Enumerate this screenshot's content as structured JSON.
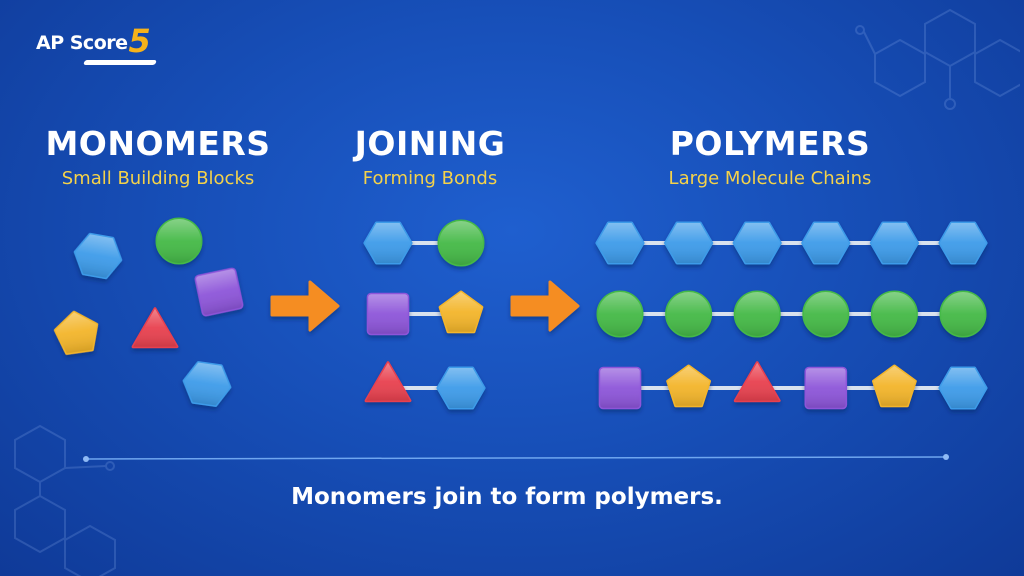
{
  "brand": {
    "logo_text": "AP Score",
    "logo_num": "5"
  },
  "columns": [
    {
      "heading": "MONOMERS",
      "subheading": "Small Building Blocks"
    },
    {
      "heading": "JOINING",
      "subheading": "Forming Bonds"
    },
    {
      "heading": "POLYMERS",
      "subheading": "Large Molecule Chains"
    }
  ],
  "caption": "Monomers join to form polymers.",
  "colors": {
    "hexagon": "#3d9be9",
    "circle": "#45b947",
    "square": "#8d55d9",
    "pentagon": "#f3b52a",
    "triangle": "#e8414f",
    "arrow": "#f58d24",
    "bond": "#d9e2ee",
    "subheading": "#f4d24a"
  },
  "monomers": [
    "hexagon",
    "circle",
    "square",
    "pentagon",
    "triangle",
    "hexagon"
  ],
  "joining": [
    [
      "hexagon",
      "circle"
    ],
    [
      "square",
      "pentagon"
    ],
    [
      "triangle",
      "hexagon"
    ]
  ],
  "polymers": [
    [
      "hexagon",
      "hexagon",
      "hexagon",
      "hexagon",
      "hexagon",
      "hexagon"
    ],
    [
      "circle",
      "circle",
      "circle",
      "circle",
      "circle",
      "circle"
    ],
    [
      "square",
      "pentagon",
      "triangle",
      "square",
      "pentagon",
      "hexagon"
    ]
  ]
}
